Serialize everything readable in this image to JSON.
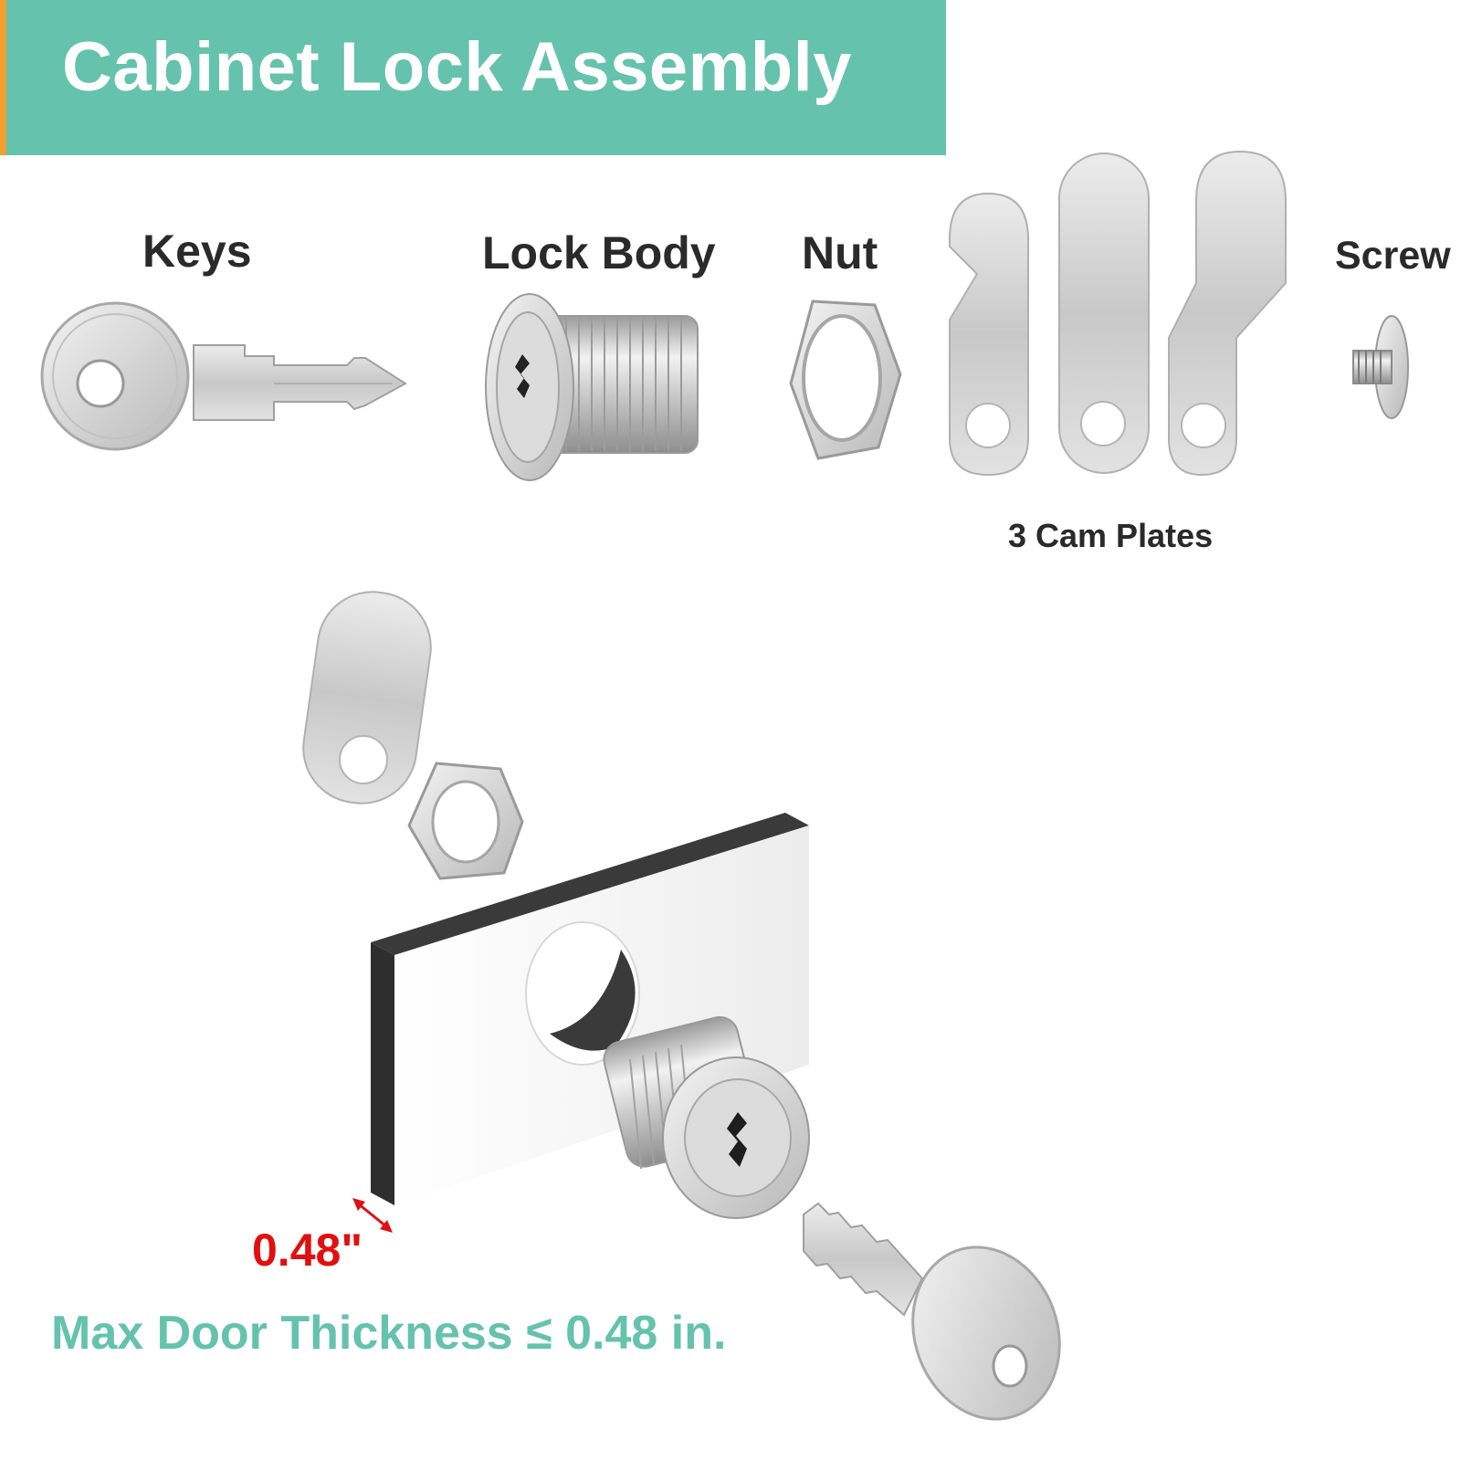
{
  "title": "Cabinet Lock Assembly",
  "parts": {
    "keys": "Keys",
    "lock_body": "Lock Body",
    "nut": "Nut",
    "screw": "Screw",
    "cam_plates": "3 Cam Plates"
  },
  "installation": {
    "thickness_label": "0.48\"",
    "max_thickness_note": "Max Door Thickness ≤ 0.48 in."
  },
  "colors": {
    "banner": "#65c2ad",
    "banner_accent": "#f0a030",
    "note_text": "#65c2ad",
    "measure_text": "#e01010"
  }
}
